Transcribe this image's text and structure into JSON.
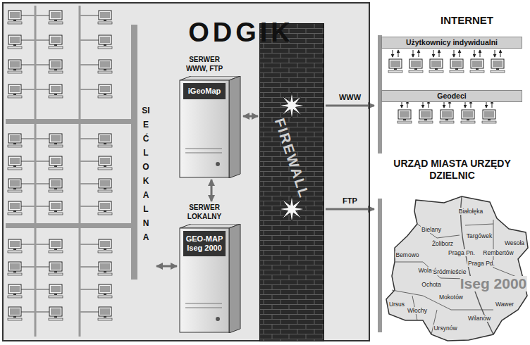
{
  "diagram": {
    "nodes": [
      {
        "text": [
          "ODGIK"
        ]
      },
      {
        "text": [
          "SIEĆ LOKALNA"
        ],
        "in": 0
      },
      {
        "text": [
          "SERWER WWW, FTP",
          "iGeoMap"
        ],
        "in": 0
      },
      {
        "text": [
          "SERWER LOKALNY",
          "GEO-MAP Iseg 2000"
        ],
        "in": 0
      },
      {
        "text": [
          "FIREWALL"
        ],
        "in": 0
      },
      {
        "text": [
          "INTERNET"
        ]
      },
      {
        "text": [
          "Użytkownicy indywidualni"
        ],
        "in": 5
      },
      {
        "text": [
          "Geodeci"
        ],
        "in": 5
      },
      {
        "text": [
          "URZĄD MIASTA URZĘDY DZIELNIC"
        ]
      }
    ],
    "edges": [
      {
        "from": 2,
        "to": 3,
        "arrow": "both"
      },
      {
        "from": 3,
        "to": 1,
        "arrow": "both"
      },
      {
        "from": 2,
        "to": 4,
        "arrow": "both"
      },
      {
        "from": 4,
        "to": 5,
        "label": "WWW",
        "arrow": "to"
      },
      {
        "from": 4,
        "to": 8,
        "label": "FTP",
        "arrow": "to"
      }
    ],
    "labels": [
      "Białołęka",
      "Bielany",
      "Targówek",
      "Wesoła",
      "Rembertów",
      "Bemowo",
      "Żoliborz",
      "Praga Pn.",
      "Praga Pd.",
      "Wola",
      "Śródmieście",
      "Ochota",
      "Mokotów",
      "Wawer",
      "Ursus",
      "Włochy",
      "Wilanów",
      "Ursynów",
      "Iseg 2000"
    ]
  }
}
